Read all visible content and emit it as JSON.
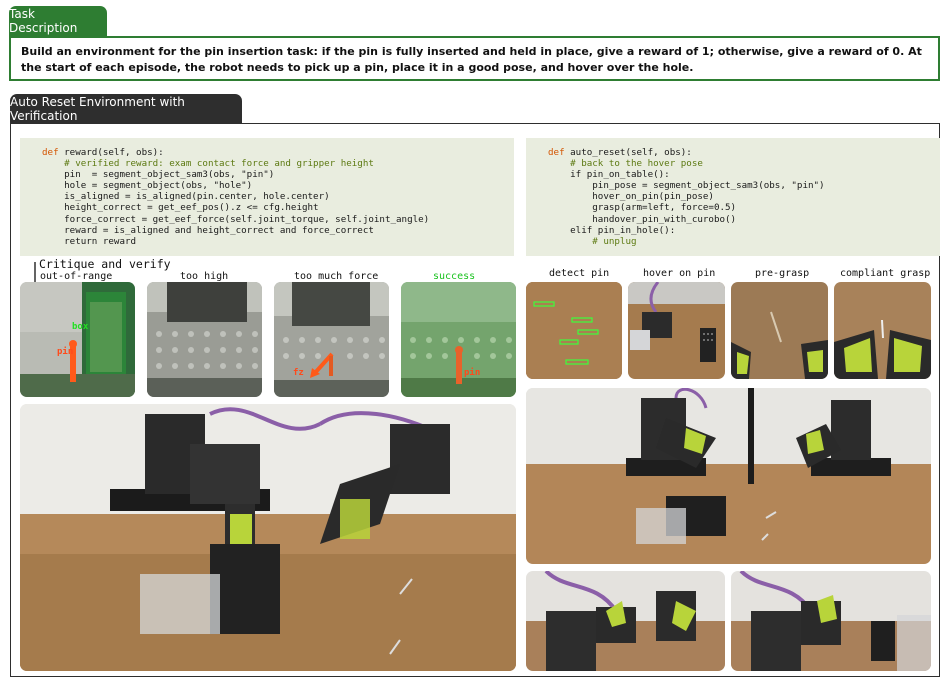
{
  "task": {
    "tab_label": "Task Description",
    "text": "Build an environment for the pin insertion task: if the pin is fully inserted and held in place, give a reward of 1; otherwise, give a reward of 0. At the start of each episode, the robot needs to pick up a pin, place it in a good pose, and hover over the hole."
  },
  "reset": {
    "tab_label": "Auto Reset Environment with Verification"
  },
  "code_left": [
    {
      "parts": [
        {
          "t": "def",
          "c": "kw"
        },
        {
          "t": " reward(self, obs):",
          "c": ""
        }
      ]
    },
    {
      "parts": [
        {
          "t": "    # verified reward: exam contact force and gripper height",
          "c": "cm"
        }
      ]
    },
    {
      "parts": [
        {
          "t": "    pin  = segment_object_sam3(obs, \"pin\")",
          "c": ""
        }
      ]
    },
    {
      "parts": [
        {
          "t": "    hole = segment_object(obs, \"hole\")",
          "c": ""
        }
      ]
    },
    {
      "parts": [
        {
          "t": "    is_aligned = is_aligned(pin.center, hole.center)",
          "c": ""
        }
      ]
    },
    {
      "parts": [
        {
          "t": "    height_correct = get_eef_pos().z <= cfg.height",
          "c": ""
        }
      ]
    },
    {
      "parts": [
        {
          "t": "    force_correct = get_eef_force(self.joint_torque, self.joint_angle)",
          "c": ""
        }
      ]
    },
    {
      "parts": [
        {
          "t": "    reward = is_aligned and height_correct and force_correct",
          "c": ""
        }
      ]
    },
    {
      "parts": [
        {
          "t": "    return reward",
          "c": ""
        }
      ]
    }
  ],
  "code_right": [
    {
      "parts": [
        {
          "t": "def",
          "c": "kw"
        },
        {
          "t": " auto_reset(self, obs):",
          "c": ""
        }
      ]
    },
    {
      "parts": [
        {
          "t": "    # back to the hover pose",
          "c": "cm"
        }
      ]
    },
    {
      "parts": [
        {
          "t": "    if pin_on_table():",
          "c": ""
        }
      ]
    },
    {
      "parts": [
        {
          "t": "        pin_pose = segment_object_sam3(obs, \"pin\")",
          "c": ""
        }
      ]
    },
    {
      "parts": [
        {
          "t": "        hover_on_pin(pin_pose)",
          "c": ""
        }
      ]
    },
    {
      "parts": [
        {
          "t": "        grasp(arm=left, force=0.5)",
          "c": ""
        }
      ]
    },
    {
      "parts": [
        {
          "t": "        handover_pin_with_curobo()",
          "c": ""
        }
      ]
    },
    {
      "parts": [
        {
          "t": "    elif pin_in_hole():",
          "c": ""
        }
      ]
    },
    {
      "parts": [
        {
          "t": "        # unplug",
          "c": "cm"
        }
      ]
    }
  ],
  "critique": {
    "title": "Critique and verify",
    "labels": [
      "out-of-range",
      "too high",
      "too much force",
      "success"
    ]
  },
  "overlays": {
    "box": "box",
    "pin": "pin",
    "fz": "fz",
    "pin_label": "pin"
  },
  "reset_steps": {
    "labels": [
      "detect pin",
      "hover on pin",
      "pre-grasp",
      "compliant grasp"
    ]
  },
  "colors": {
    "task_green": "#2e7d32",
    "dark_header": "#2e2e2e",
    "code_bg": "#e9eddf",
    "keyword": "#d35400",
    "comment": "#5d7a12",
    "success_green": "#19c21e"
  }
}
